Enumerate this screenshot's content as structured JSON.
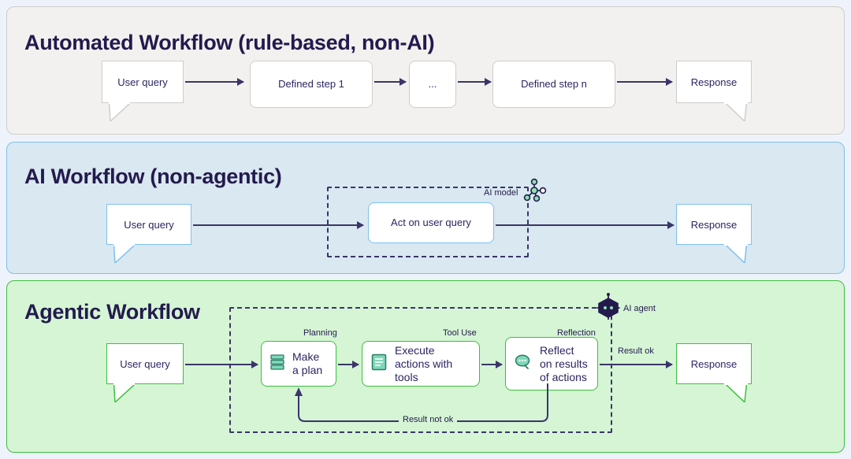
{
  "page": {
    "background": "#eef3fb",
    "title_color": "#241a4d",
    "line_color": "#3b3569"
  },
  "panels": [
    {
      "id": "automated",
      "title": "Automated Workflow (rule-based, non-AI)",
      "accent": "#cfcdc9",
      "background": "#f2f1ef",
      "nodes": [
        {
          "label": "User query",
          "kind": "bubble"
        },
        {
          "label": "Defined step 1",
          "kind": "box"
        },
        {
          "label": "...",
          "kind": "box"
        },
        {
          "label": "Defined step n",
          "kind": "box"
        },
        {
          "label": "Response",
          "kind": "bubble"
        }
      ]
    },
    {
      "id": "ai-workflow",
      "title": "AI Workflow (non-agentic)",
      "accent": "#7fc0ee",
      "background": "#d9e8f1",
      "nodes": [
        {
          "label": "User query",
          "kind": "bubble"
        },
        {
          "label": "Act on user query",
          "kind": "box"
        },
        {
          "label": "Response",
          "kind": "bubble"
        }
      ],
      "badge": {
        "label": "AI model",
        "icon": "ai-model-node-graph-icon"
      }
    },
    {
      "id": "agentic",
      "title": "Agentic Workflow",
      "accent": "#3cc03c",
      "background": "#d5f5d5",
      "nodes": [
        {
          "label": "User query",
          "kind": "bubble"
        },
        {
          "caption": "Planning",
          "label": "Make a plan",
          "icon": "layers-stack-icon"
        },
        {
          "caption": "Tool Use",
          "label": "Execute actions with tools",
          "icon": "document-list-icon"
        },
        {
          "caption": "Reflection",
          "label": "Reflect on results of actions",
          "icon": "speech-bubble-search-icon"
        },
        {
          "label": "Response",
          "kind": "bubble"
        }
      ],
      "badge": {
        "label": "AI agent",
        "icon": "robot-head-hexagon-icon"
      },
      "edges": {
        "success": "Result ok",
        "failure": "Result not ok"
      }
    }
  ]
}
